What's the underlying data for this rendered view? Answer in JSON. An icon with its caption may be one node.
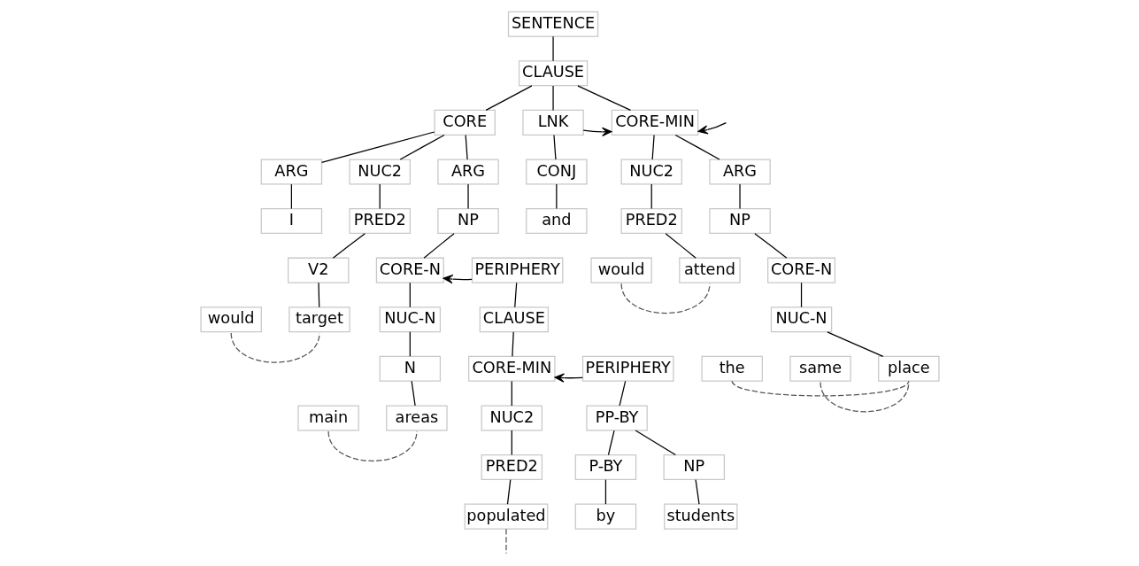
{
  "diagram": {
    "nodes": [
      {
        "text": [
          "SENTENCE"
        ]
      },
      {
        "text": [
          "CLAUSE"
        ]
      },
      {
        "text": [
          "CORE"
        ]
      },
      {
        "text": [
          "LNK"
        ]
      },
      {
        "text": [
          "CORE-MIN"
        ]
      },
      {
        "text": [
          "ARG"
        ]
      },
      {
        "text": [
          "NUC2"
        ]
      },
      {
        "text": [
          "ARG"
        ]
      },
      {
        "text": [
          "CONJ"
        ]
      },
      {
        "text": [
          "NUC2"
        ]
      },
      {
        "text": [
          "ARG"
        ]
      },
      {
        "text": [
          "I"
        ]
      },
      {
        "text": [
          "PRED2"
        ]
      },
      {
        "text": [
          "NP"
        ]
      },
      {
        "text": [
          "and"
        ]
      },
      {
        "text": [
          "PRED2"
        ]
      },
      {
        "text": [
          "NP"
        ]
      },
      {
        "text": [
          "V2"
        ]
      },
      {
        "text": [
          "CORE-N"
        ]
      },
      {
        "text": [
          "PERIPHERY"
        ]
      },
      {
        "text": [
          "would"
        ]
      },
      {
        "text": [
          "attend"
        ]
      },
      {
        "text": [
          "CORE-N"
        ]
      },
      {
        "text": [
          "would"
        ]
      },
      {
        "text": [
          "target"
        ]
      },
      {
        "text": [
          "NUC-N"
        ]
      },
      {
        "text": [
          "CLAUSE"
        ]
      },
      {
        "text": [
          "NUC-N"
        ]
      },
      {
        "text": [
          "N"
        ]
      },
      {
        "text": [
          "CORE-MIN"
        ]
      },
      {
        "text": [
          "PERIPHERY"
        ]
      },
      {
        "text": [
          "the"
        ]
      },
      {
        "text": [
          "same"
        ]
      },
      {
        "text": [
          "place"
        ]
      },
      {
        "text": [
          "main"
        ]
      },
      {
        "text": [
          "areas"
        ]
      },
      {
        "text": [
          "NUC2"
        ]
      },
      {
        "text": [
          "PP-BY"
        ]
      },
      {
        "text": [
          "PRED2"
        ]
      },
      {
        "text": [
          "P-BY"
        ]
      },
      {
        "text": [
          "NP"
        ]
      },
      {
        "text": [
          "populated"
        ]
      },
      {
        "text": [
          "by"
        ]
      },
      {
        "text": [
          "students"
        ]
      }
    ],
    "edges": [
      {
        "from": 0,
        "to": 1,
        "arrow": "none"
      },
      {
        "from": 1,
        "to": 2,
        "arrow": "none"
      },
      {
        "from": 1,
        "to": 3,
        "arrow": "none"
      },
      {
        "from": 1,
        "to": 4,
        "arrow": "none"
      },
      {
        "from": 2,
        "to": 5,
        "arrow": "none"
      },
      {
        "from": 2,
        "to": 6,
        "arrow": "none"
      },
      {
        "from": 2,
        "to": 7,
        "arrow": "none"
      },
      {
        "from": 3,
        "to": 4,
        "arrow": "to"
      },
      {
        "from": null,
        "to": 4,
        "arrow": "to"
      },
      {
        "from": 3,
        "to": 8,
        "arrow": "none"
      },
      {
        "from": 4,
        "to": 9,
        "arrow": "none"
      },
      {
        "from": 4,
        "to": 10,
        "arrow": "none"
      },
      {
        "from": 5,
        "to": 11,
        "arrow": "none"
      },
      {
        "from": 6,
        "to": 12,
        "arrow": "none"
      },
      {
        "from": 7,
        "to": 13,
        "arrow": "none"
      },
      {
        "from": 8,
        "to": 14,
        "arrow": "none"
      },
      {
        "from": 9,
        "to": 15,
        "arrow": "none"
      },
      {
        "from": 10,
        "to": 16,
        "arrow": "none"
      },
      {
        "from": 12,
        "to": 17,
        "arrow": "none"
      },
      {
        "from": 13,
        "to": 18,
        "arrow": "none"
      },
      {
        "from": 19,
        "to": 18,
        "arrow": "to"
      },
      {
        "from": 15,
        "to": 21,
        "arrow": "none"
      },
      {
        "from": 16,
        "to": 22,
        "arrow": "none"
      },
      {
        "from": 20,
        "to": 21,
        "arrow": "none",
        "style": "dashed"
      },
      {
        "from": 17,
        "to": 24,
        "arrow": "none"
      },
      {
        "from": 23,
        "to": 24,
        "arrow": "none",
        "style": "dashed"
      },
      {
        "from": 18,
        "to": 25,
        "arrow": "none"
      },
      {
        "from": 19,
        "to": 26,
        "arrow": "none"
      },
      {
        "from": 22,
        "to": 27,
        "arrow": "none"
      },
      {
        "from": 25,
        "to": 28,
        "arrow": "none"
      },
      {
        "from": 26,
        "to": 29,
        "arrow": "none"
      },
      {
        "from": 30,
        "to": 29,
        "arrow": "to"
      },
      {
        "from": 27,
        "to": 33,
        "arrow": "none"
      },
      {
        "from": 31,
        "to": 33,
        "arrow": "none",
        "style": "dashed"
      },
      {
        "from": 32,
        "to": 33,
        "arrow": "none",
        "style": "dashed"
      },
      {
        "from": 28,
        "to": 35,
        "arrow": "none"
      },
      {
        "from": 34,
        "to": 35,
        "arrow": "none",
        "style": "dashed"
      },
      {
        "from": 29,
        "to": 36,
        "arrow": "none"
      },
      {
        "from": 30,
        "to": 37,
        "arrow": "none"
      },
      {
        "from": 36,
        "to": 38,
        "arrow": "none"
      },
      {
        "from": 37,
        "to": 39,
        "arrow": "none"
      },
      {
        "from": 37,
        "to": 40,
        "arrow": "none"
      },
      {
        "from": 38,
        "to": 41,
        "arrow": "none"
      },
      {
        "from": 39,
        "to": 42,
        "arrow": "none"
      },
      {
        "from": 40,
        "to": 43,
        "arrow": "none"
      },
      {
        "from": 41,
        "to": null,
        "arrow": "none",
        "style": "dashed"
      }
    ]
  }
}
